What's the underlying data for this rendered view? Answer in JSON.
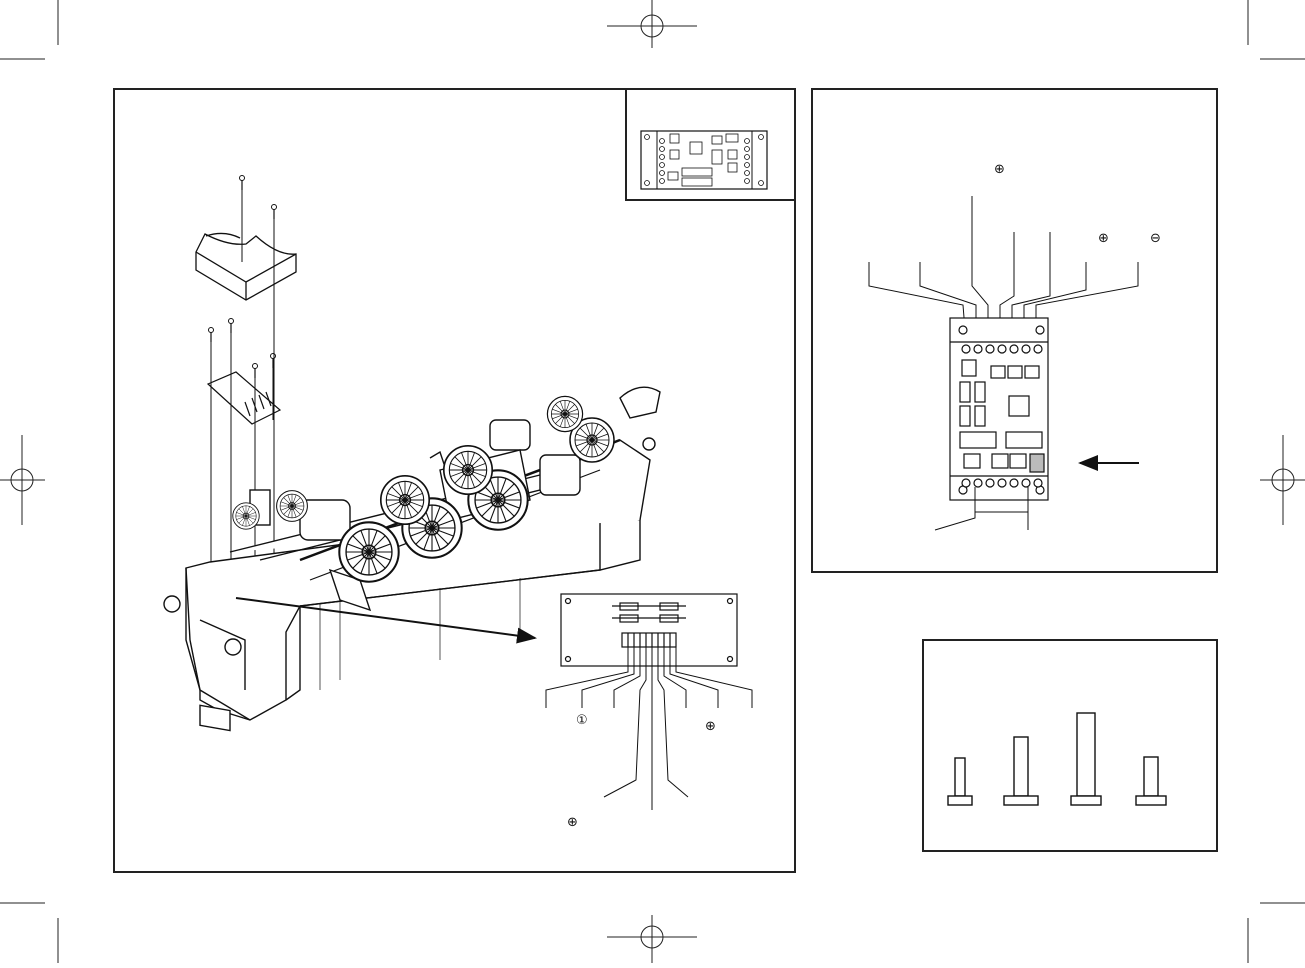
{
  "page": {
    "panels": [
      {
        "id": "locomotive-exploded-view",
        "type": "exploded assembly drawing"
      },
      {
        "id": "decoder-board-inset",
        "type": "board thumbnail"
      },
      {
        "id": "decoder-wiring",
        "type": "wiring diagram"
      },
      {
        "id": "screw-sizes",
        "type": "screw size chart",
        "screw_count": 4
      }
    ]
  },
  "symbols": {
    "plus": "⊕",
    "minus": "⊖",
    "one": "①"
  },
  "colors": {
    "ink": "#111111",
    "background": "#ffffff",
    "panel_border": "#222222"
  }
}
